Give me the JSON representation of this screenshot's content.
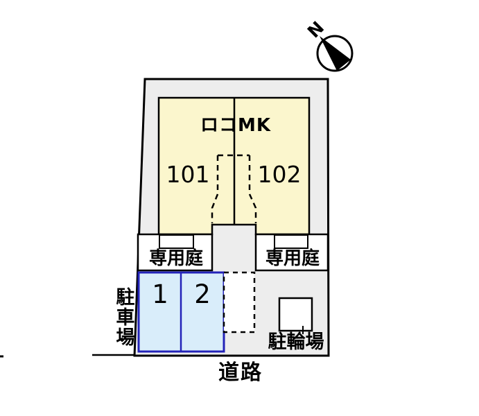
{
  "diagram": {
    "type": "residential-site-plan",
    "compass": {
      "label": "N"
    },
    "building": {
      "name": "ロコMK",
      "units": [
        {
          "number": "101"
        },
        {
          "number": "102"
        }
      ]
    },
    "gardens": {
      "left_label": "専用庭",
      "right_label": "専用庭"
    },
    "parking": {
      "area_label": "駐車場",
      "spaces": [
        {
          "number": "1"
        },
        {
          "number": "2"
        }
      ]
    },
    "bicycle_parking": {
      "label": "駐輪場"
    },
    "road": {
      "label": "道路"
    },
    "colors": {
      "site_fill": "#EDEDED",
      "building_fill": "#FBF6CD",
      "parking_fill": "#D9EDFA",
      "parking_border": "#2222B8",
      "line": "#000000",
      "background": "#FFFFFF"
    }
  }
}
